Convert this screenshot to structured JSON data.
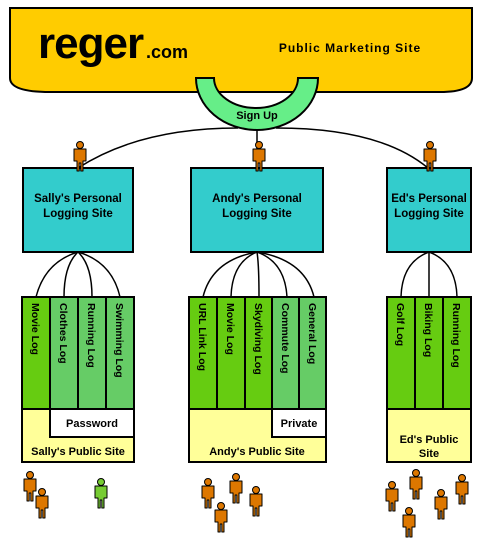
{
  "header": {
    "logo_main": "reger",
    "logo_suffix": ".com",
    "tagline": "Public Marketing Site",
    "signup_label": "Sign Up",
    "colors": {
      "banner": "#ffcc00",
      "signup": "#66ee88"
    }
  },
  "sites": [
    {
      "id": "sally",
      "personal_line1": "Sally's Personal",
      "personal_line2": "Logging Site",
      "logs": [
        "Movie Log",
        "Clothes Log",
        "Running Log",
        "Swimming Log"
      ],
      "access_label": "Password",
      "public_line1": "Sally's Public Site",
      "public_line2": ""
    },
    {
      "id": "andy",
      "personal_line1": "Andy's Personal",
      "personal_line2": "Logging Site",
      "logs": [
        "URL Link Log",
        "Movie Log",
        "Skydiving Log",
        "Commute Log",
        "General Log"
      ],
      "access_label": "Private",
      "public_line1": "Andy's Public Site",
      "public_line2": ""
    },
    {
      "id": "ed",
      "personal_line1": "Ed's Personal",
      "personal_line2": "Logging Site",
      "logs": [
        "Golf Log",
        "Biking Log",
        "Running Log"
      ],
      "access_label": "",
      "public_line1": "Ed's Public",
      "public_line2": "Site"
    }
  ],
  "colors": {
    "personal_box": "#33cccc",
    "public_area": "#ffff99",
    "log_public": "#66cc11",
    "log_private": "#66cc66",
    "person": "#dd7700",
    "person_highlight": "#77cc33"
  }
}
